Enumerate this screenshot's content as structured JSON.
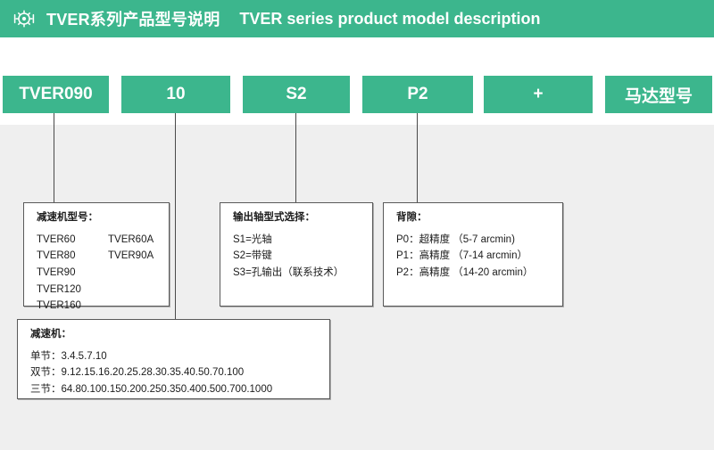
{
  "header": {
    "icon": "gear-icon",
    "title_cn": "TVER系列产品型号说明",
    "title_en": "TVER series product model description",
    "background_color": "#3cb68d",
    "text_color": "#ffffff"
  },
  "colors": {
    "brand_green": "#3cb68d",
    "canvas_grey": "#efefef",
    "box_border": "#5a5a5a",
    "text_dark": "#1c1c1c"
  },
  "model_code": {
    "segments": [
      {
        "label": "TVER090"
      },
      {
        "label": "10"
      },
      {
        "label": "S2"
      },
      {
        "label": "P2"
      },
      {
        "label": "+"
      },
      {
        "label": "马达型号"
      }
    ]
  },
  "details": {
    "gearbox_model": {
      "title": "减速机型号：",
      "rows": [
        {
          "a": "TVER60",
          "b": "TVER60A"
        },
        {
          "a": "TVER80",
          "b": "TVER90A"
        },
        {
          "a": "TVER90",
          "b": ""
        },
        {
          "a": "TVER120",
          "b": ""
        },
        {
          "a": "TVER160",
          "b": ""
        }
      ]
    },
    "output_shaft": {
      "title": "输出轴型式选择：",
      "lines": [
        "S1=光轴",
        "S2=带键",
        "S3=孔输出（联系技术）"
      ]
    },
    "backlash": {
      "title": "背隙：",
      "lines": [
        "P0：超精度 （5-7 arcmin)",
        "P1：高精度 （7-14 arcmin）",
        "P2：高精度 （14-20 arcmin）"
      ]
    },
    "ratio": {
      "title": "减速机：",
      "lines": [
        "单节：3.4.5.7.10",
        "双节：9.12.15.16.20.25.28.30.35.40.50.70.100",
        "三节：64.80.100.150.200.250.350.400.500.700.1000"
      ]
    }
  }
}
